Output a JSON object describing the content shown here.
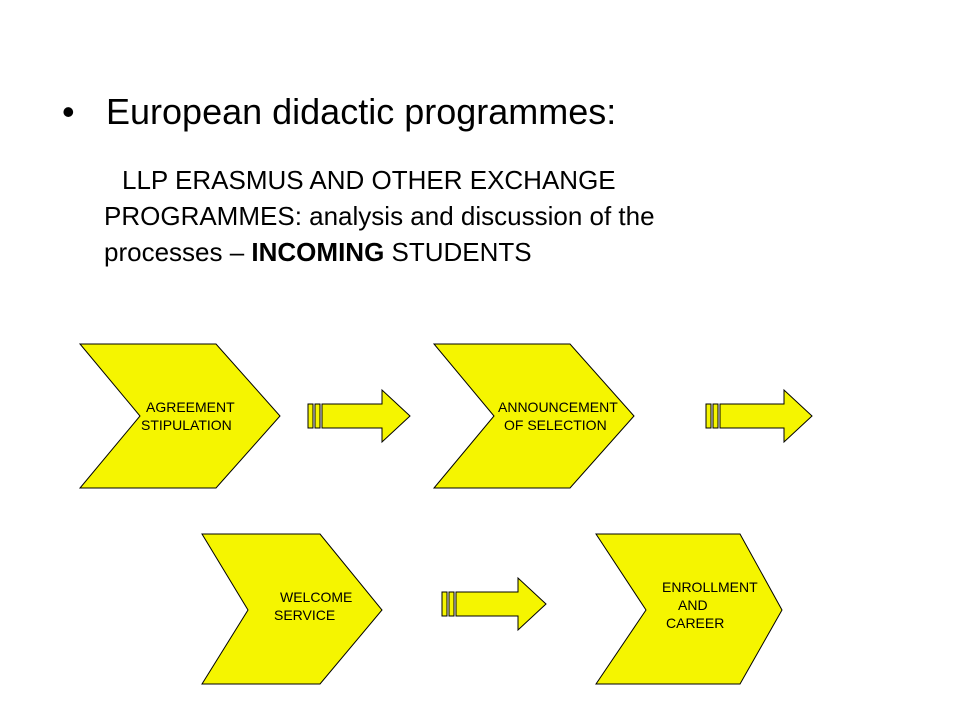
{
  "header": {
    "bullet": "•",
    "title": "European didactic programmes:",
    "subtitle_line1": "LLP ERASMUS AND OTHER EXCHANGE",
    "subtitle_line2_a": "PROGRAMMES",
    "subtitle_line2_b": ": analysis and discussion of the",
    "subtitle_line3_a": "processes – ",
    "subtitle_line3_bold": "INCOMING",
    "subtitle_line3_b": " STUDENTS"
  },
  "steps": [
    {
      "lines": [
        "AGREEMENT",
        "STIPULATION"
      ]
    },
    {
      "lines": [
        "ANNOUNCEMENT",
        "OF SELECTION"
      ]
    },
    {
      "lines": [
        "WELCOME",
        "SERVICE"
      ]
    },
    {
      "lines": [
        "ENROLLMENT",
        "AND",
        "CAREER"
      ]
    }
  ],
  "colors": {
    "shape_fill": "#f5f500",
    "shape_stroke": "#000000"
  }
}
